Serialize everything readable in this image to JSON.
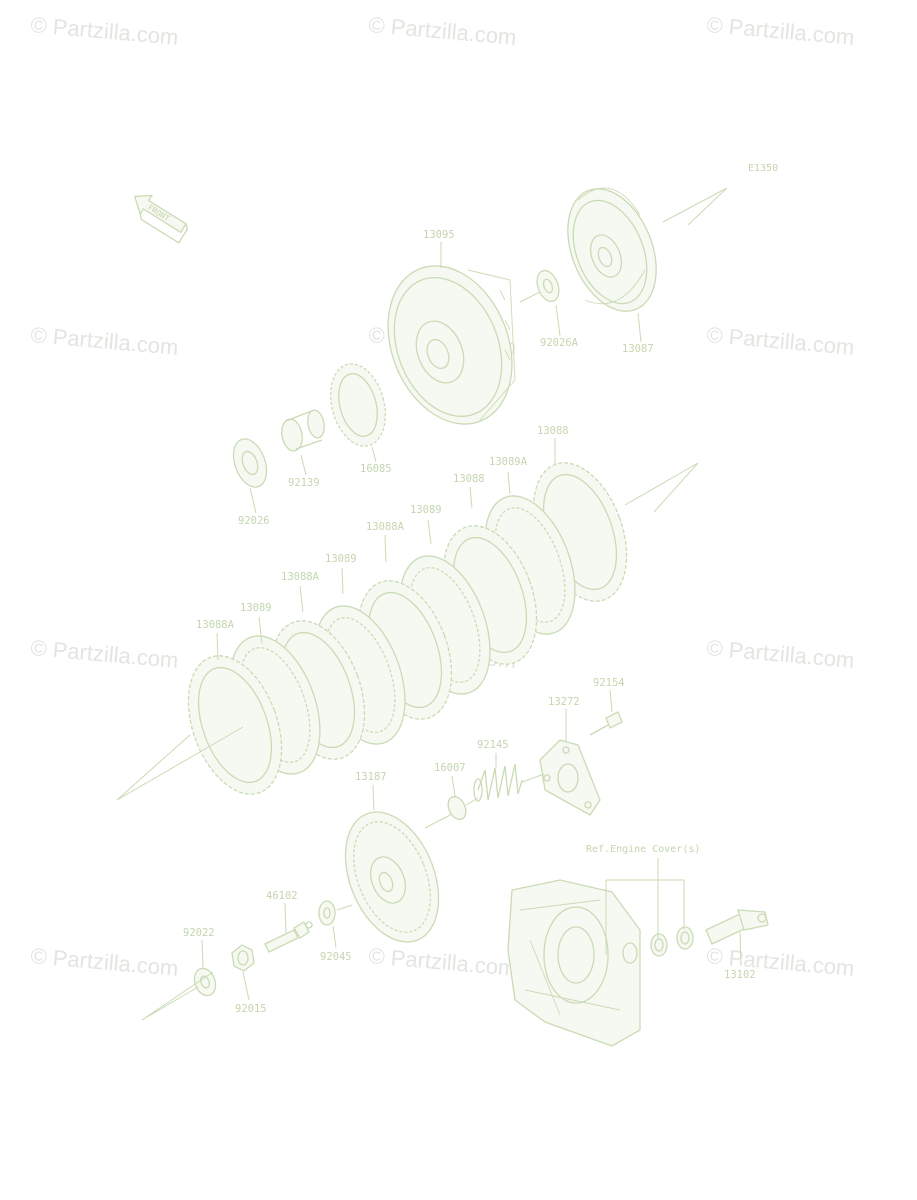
{
  "watermark": "© Partzilla.com",
  "diagram_code": "E1350",
  "front_label": "FRONT",
  "ref_label": "Ref.Engine Cover(s)",
  "parts": {
    "p13095": "13095",
    "p92026A": "92026A",
    "p13087": "13087",
    "p92139": "92139",
    "p16085": "16085",
    "p92026": "92026",
    "p13088_top": "13088",
    "p13089A": "13089A",
    "p13088_mid": "13088",
    "p13089_a": "13089",
    "p13088A_a": "13088A",
    "p13089_b": "13089",
    "p13088A_b": "13088A",
    "p13089_c": "13089",
    "p13088A_c": "13088A",
    "p92154": "92154",
    "p13272": "13272",
    "p92145": "92145",
    "p16007": "16007",
    "p13187": "13187",
    "p46102": "46102",
    "p92045": "92045",
    "p92022": "92022",
    "p92015": "92015",
    "p13102": "13102"
  },
  "colors": {
    "line": "#c9dbb5",
    "text": "#c4d6b0",
    "watermark": "#e2e5e0",
    "background": "#ffffff"
  }
}
